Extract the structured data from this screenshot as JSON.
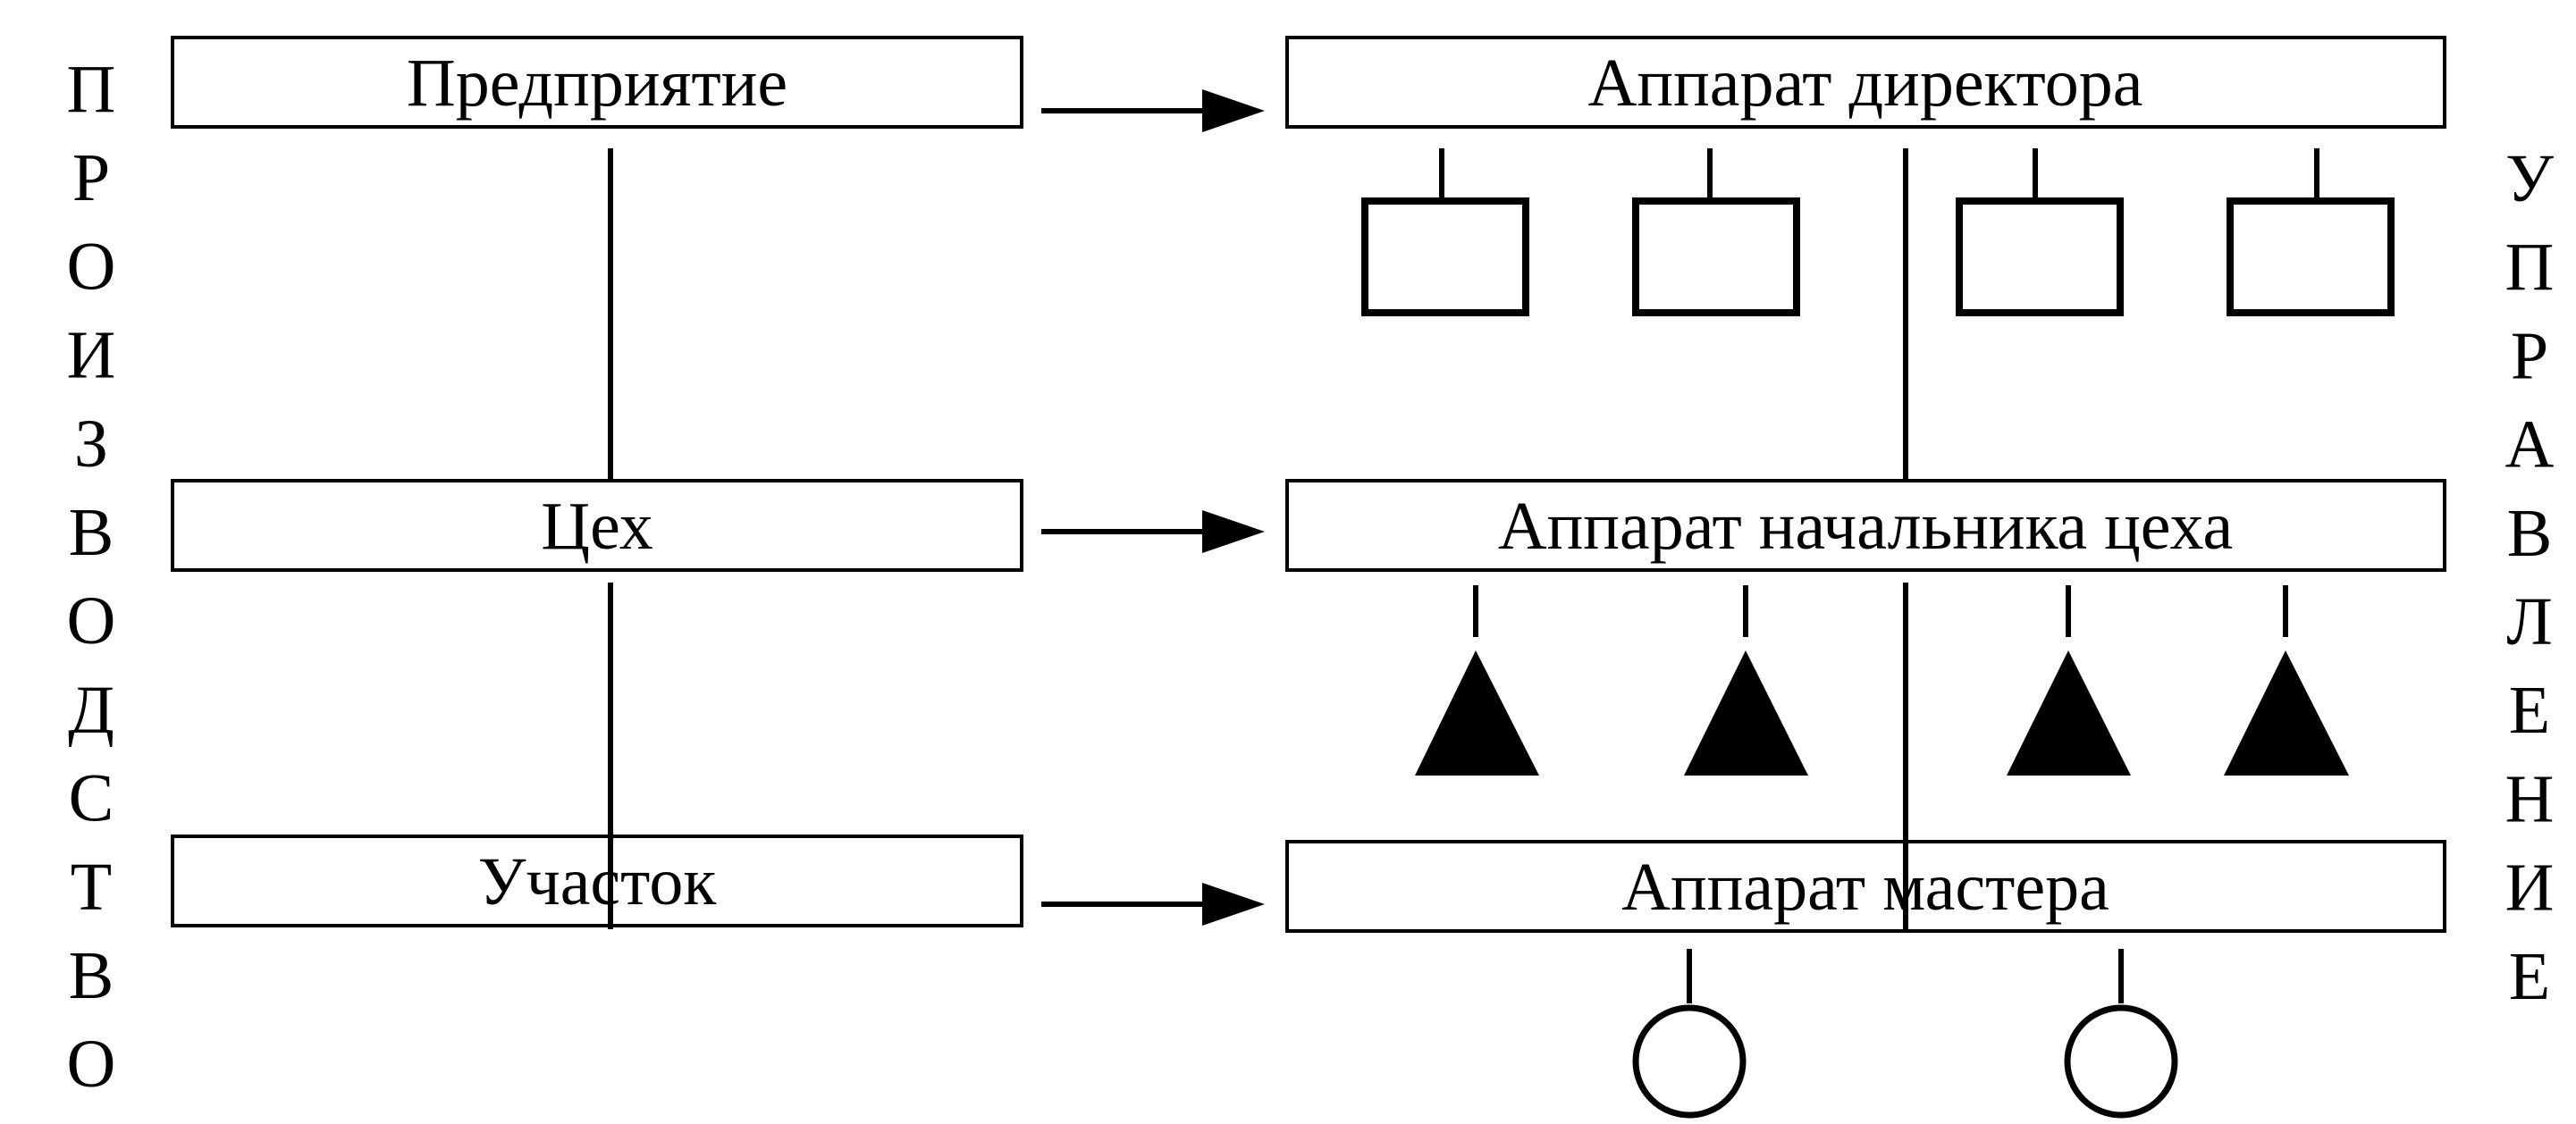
{
  "left_column": {
    "vertical_letters": [
      "П",
      "Р",
      "О",
      "И",
      "З",
      "В",
      "О",
      "Д",
      "С",
      "Т",
      "В",
      "О"
    ]
  },
  "right_column": {
    "vertical_letters": [
      "У",
      "П",
      "Р",
      "А",
      "В",
      "Л",
      "Е",
      "Н",
      "И",
      "Е"
    ]
  },
  "production_units": {
    "enterprise": "Предприятие",
    "shop": "Цех",
    "section": "Участок"
  },
  "management_units": {
    "director": "Аппарат директора",
    "shop_head": "Аппарат начальника цеха",
    "master": "Аппарат мастера"
  },
  "sub_symbols": {
    "director_squares": 4,
    "shop_head_triangles": 4,
    "master_circles": 2
  },
  "colors": {
    "stroke": "#000000",
    "background": "#ffffff"
  }
}
